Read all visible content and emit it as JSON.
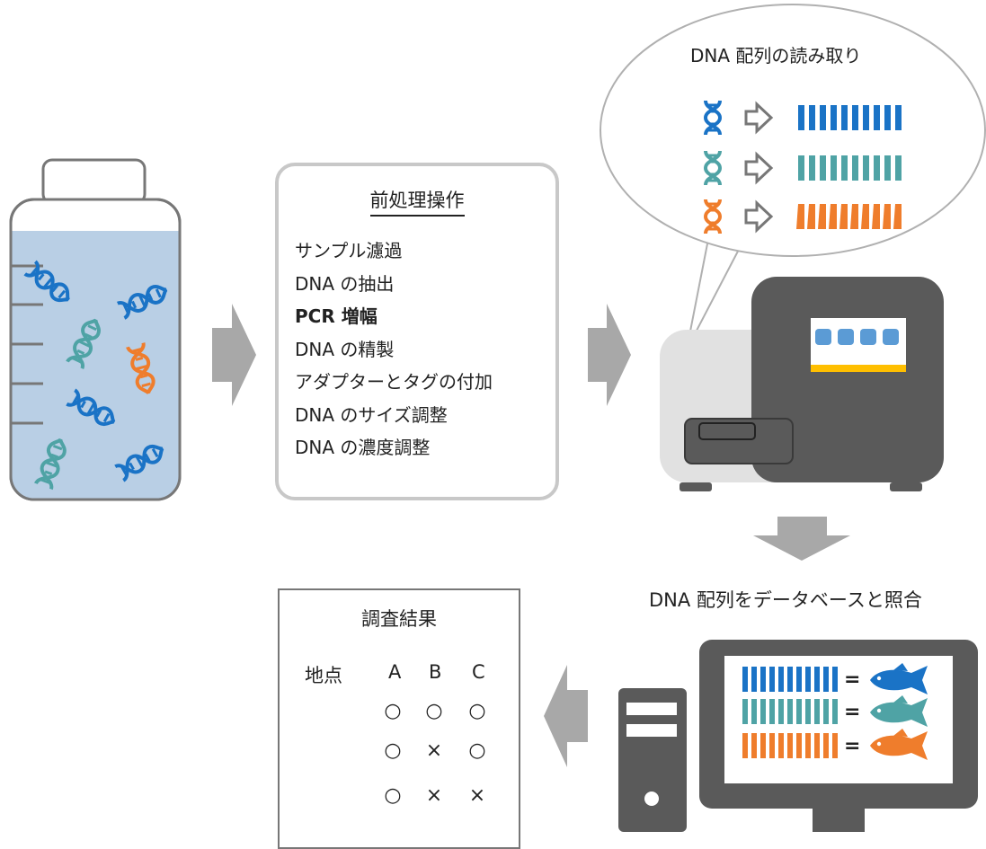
{
  "bubble": {
    "title": "DNA 配列の読み取り"
  },
  "preprocessing": {
    "title": "前処理操作",
    "steps": [
      {
        "label": "サンプル濾過",
        "bold": false
      },
      {
        "label": "DNA の抽出",
        "bold": false
      },
      {
        "label": "PCR 増幅",
        "bold": true
      },
      {
        "label": "DNA の精製",
        "bold": false
      },
      {
        "label": "アダプターとタグの付加",
        "bold": false
      },
      {
        "label": "DNA のサイズ調整",
        "bold": false
      },
      {
        "label": "DNA の濃度調整",
        "bold": false
      }
    ]
  },
  "database": {
    "caption": "DNA 配列をデータベースと照合",
    "equals": "="
  },
  "results": {
    "title": "調査結果",
    "row_header": "地点",
    "columns": [
      "A",
      "B",
      "C"
    ],
    "rows": [
      {
        "fish_color": "#1a73c6",
        "marks": [
          "○",
          "○",
          "○"
        ]
      },
      {
        "fish_color": "#4fa3a5",
        "marks": [
          "○",
          "×",
          "○"
        ]
      },
      {
        "fish_color": "#ef7d2c",
        "marks": [
          "○",
          "×",
          "×"
        ]
      }
    ]
  },
  "colors": {
    "blue": "#1a73c6",
    "teal": "#4fa3a5",
    "orange": "#ef7d2c",
    "arrow": "#a8a8a8",
    "water": "#b9cfe5",
    "device": "#5a5a5a"
  }
}
